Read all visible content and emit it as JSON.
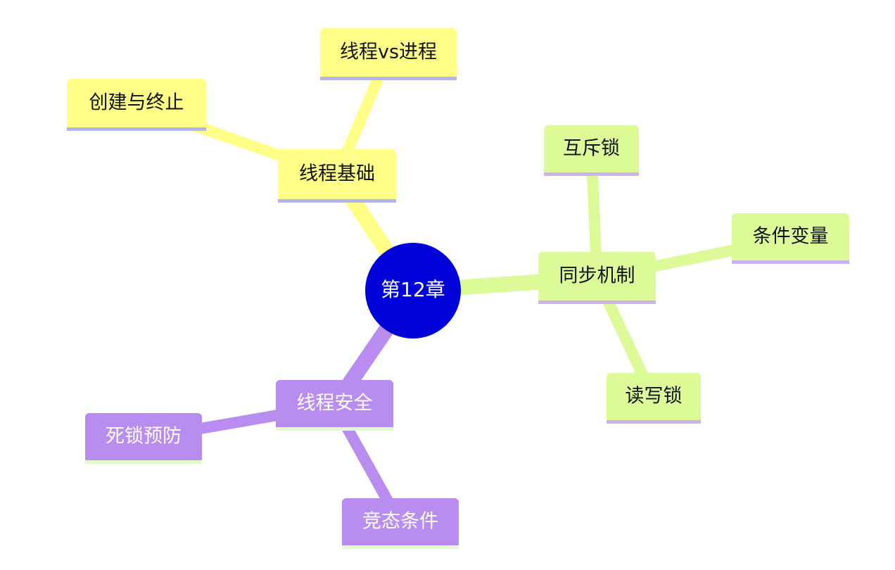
{
  "root": {
    "label": "第12章",
    "color": "#0000d8",
    "text_color": "#ffffff"
  },
  "branches": [
    {
      "label": "线程基础",
      "color": "#ffff88",
      "text_color": "#111111",
      "underline_color": "#b4b4ee",
      "children": [
        {
          "label": "创建与终止"
        },
        {
          "label": "线程vs进程"
        }
      ]
    },
    {
      "label": "同步机制",
      "color": "#ddfa99",
      "text_color": "#111111",
      "underline_color": "#c9b4f0",
      "children": [
        {
          "label": "互斥锁"
        },
        {
          "label": "条件变量"
        },
        {
          "label": "读写锁"
        }
      ]
    },
    {
      "label": "线程安全",
      "color": "#b98cf0",
      "text_color": "#ffffff",
      "underline_color": "#e2f9cc",
      "children": [
        {
          "label": "死锁预防"
        },
        {
          "label": "竞态条件"
        }
      ]
    }
  ]
}
